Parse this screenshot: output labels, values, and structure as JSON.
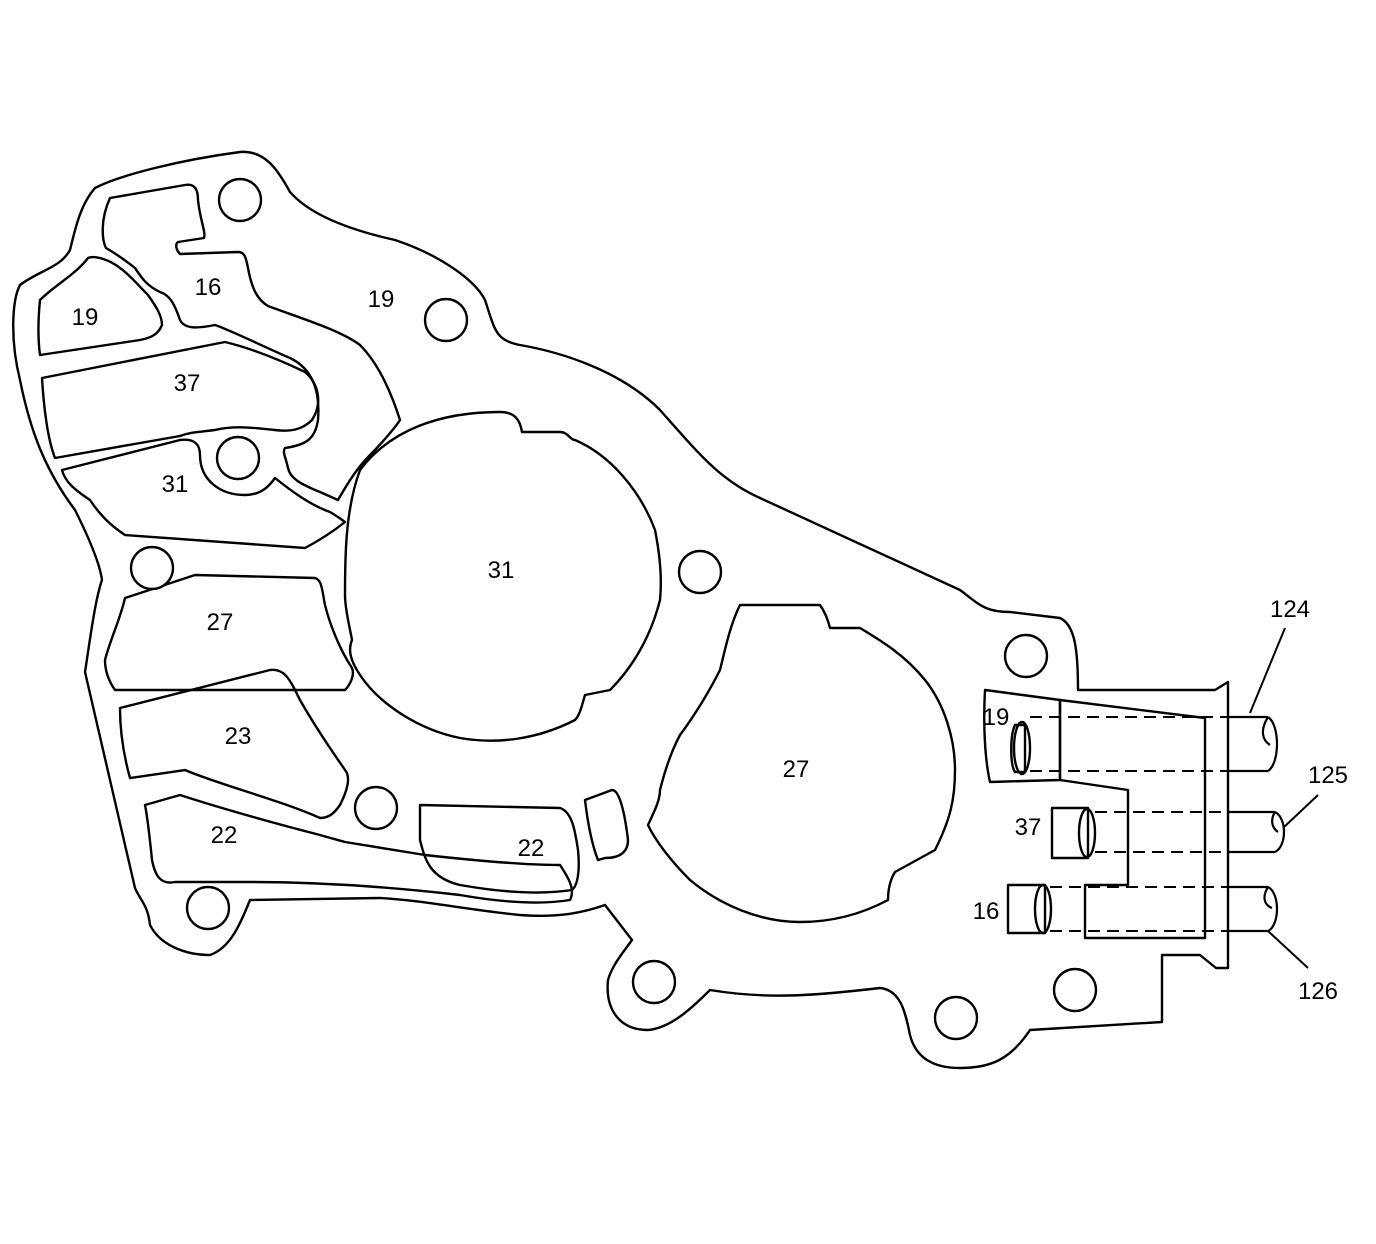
{
  "passages": {
    "p16_top": "16",
    "p19_left": "19",
    "p19_top": "19",
    "p37_left": "37",
    "p31_small": "31",
    "p31_large": "31",
    "p27_left": "27",
    "p27_large": "27",
    "p23": "23",
    "p22_left": "22",
    "p22_mid": "22",
    "port19": "19",
    "port37": "37",
    "port16": "16"
  },
  "callouts": {
    "c124": "124",
    "c125": "125",
    "c126": "126"
  }
}
